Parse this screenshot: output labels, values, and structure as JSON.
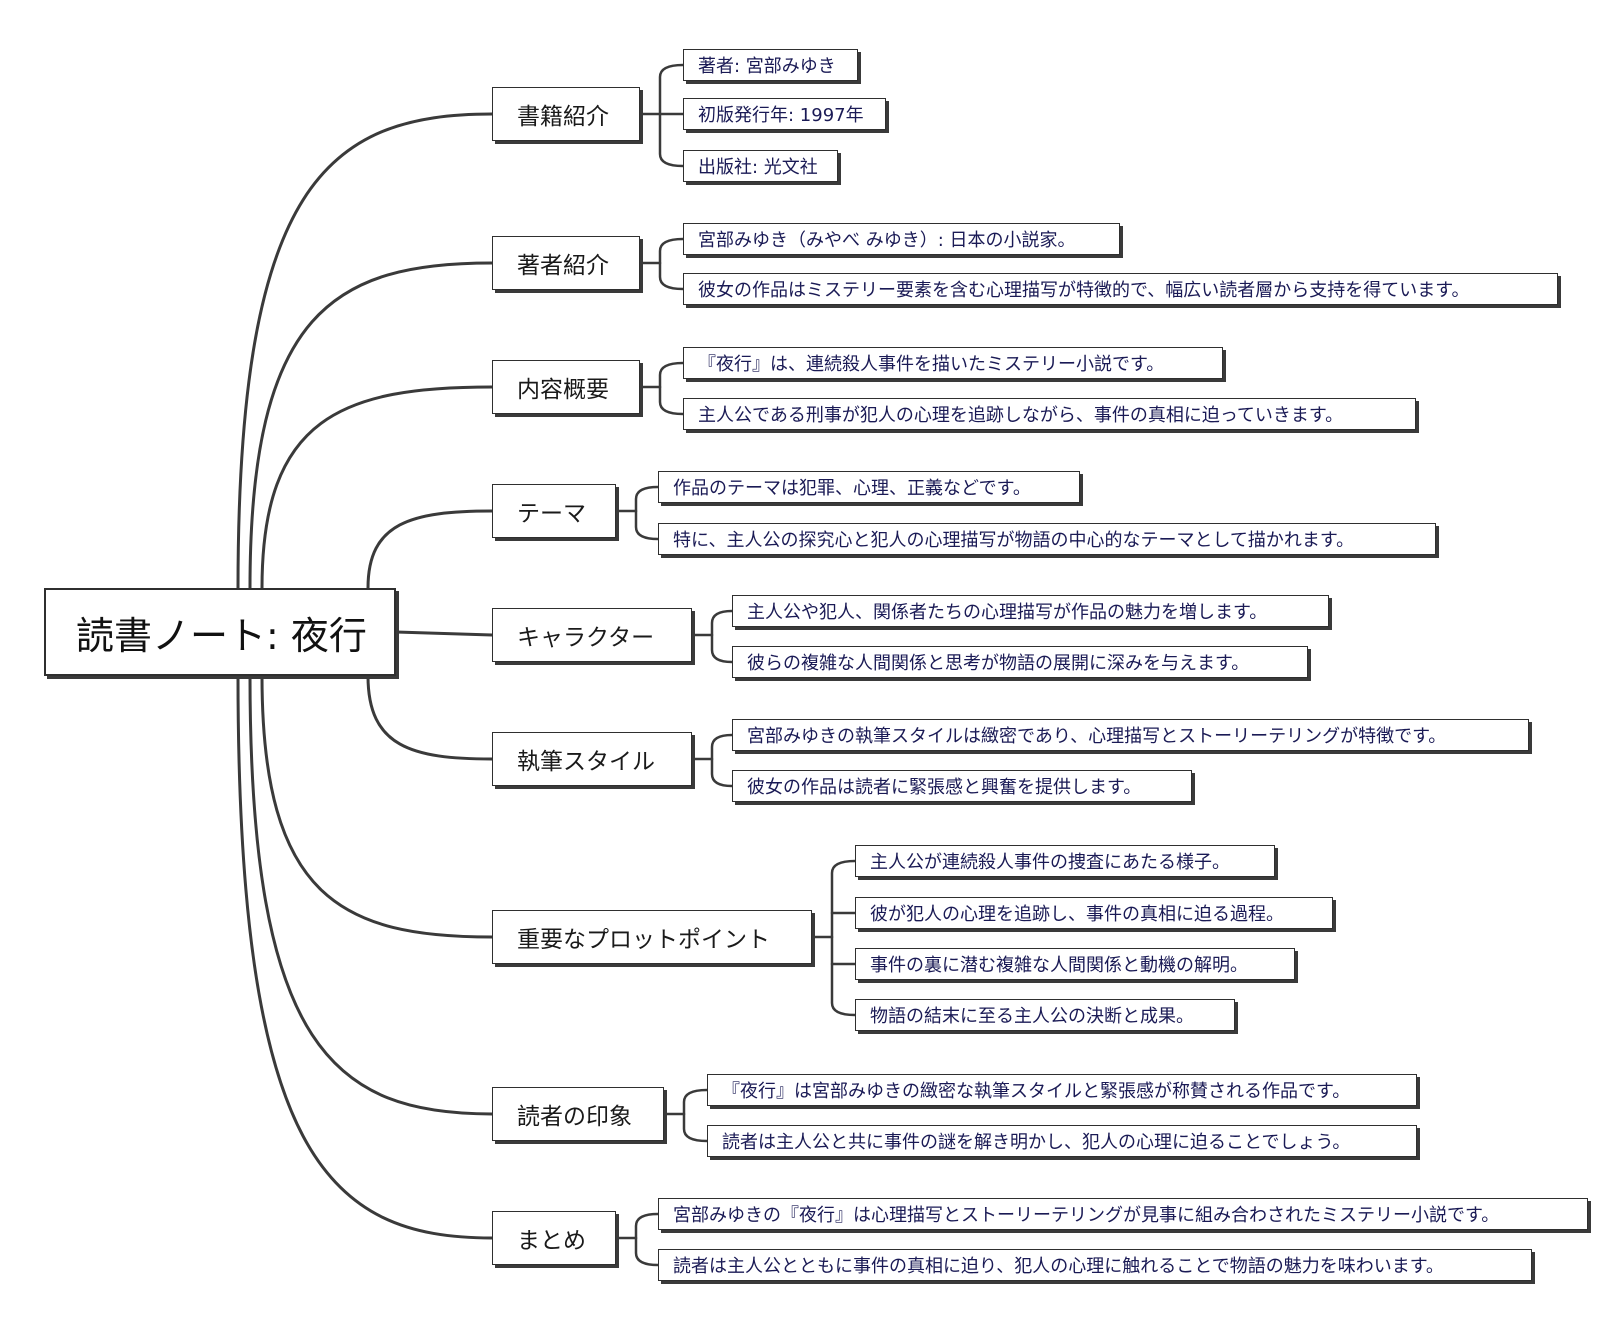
{
  "colors": {
    "stroke": "#3a3a3a",
    "root_text": "#111111",
    "branch_text": "#1a1a1a",
    "leaf_text": "#1a1a55"
  },
  "root": {
    "label": "読書ノート: 夜行"
  },
  "branches": [
    {
      "label": "書籍紹介",
      "leaves": [
        "著者: 宮部みゆき",
        "初版発行年: 1997年",
        "出版社: 光文社"
      ]
    },
    {
      "label": "著者紹介",
      "leaves": [
        "宮部みゆき（みやべ みゆき）: 日本の小説家。",
        "彼女の作品はミステリー要素を含む心理描写が特徴的で、幅広い読者層から支持を得ています。"
      ]
    },
    {
      "label": "内容概要",
      "leaves": [
        "『夜行』は、連続殺人事件を描いたミステリー小説です。",
        "主人公である刑事が犯人の心理を追跡しながら、事件の真相に迫っていきます。"
      ]
    },
    {
      "label": "テーマ",
      "leaves": [
        "作品のテーマは犯罪、心理、正義などです。",
        "特に、主人公の探究心と犯人の心理描写が物語の中心的なテーマとして描かれます。"
      ]
    },
    {
      "label": "キャラクター",
      "leaves": [
        "主人公や犯人、関係者たちの心理描写が作品の魅力を増します。",
        "彼らの複雑な人間関係と思考が物語の展開に深みを与えます。"
      ]
    },
    {
      "label": "執筆スタイル",
      "leaves": [
        "宮部みゆきの執筆スタイルは緻密であり、心理描写とストーリーテリングが特徴です。",
        "彼女の作品は読者に緊張感と興奮を提供します。"
      ]
    },
    {
      "label": "重要なプロットポイント",
      "leaves": [
        "主人公が連続殺人事件の捜査にあたる様子。",
        "彼が犯人の心理を追跡し、事件の真相に迫る過程。",
        "事件の裏に潜む複雑な人間関係と動機の解明。",
        "物語の結末に至る主人公の決断と成果。"
      ]
    },
    {
      "label": "読者の印象",
      "leaves": [
        "『夜行』は宮部みゆきの緻密な執筆スタイルと緊張感が称賛される作品です。",
        "読者は主人公と共に事件の謎を解き明かし、犯人の心理に迫ることでしょう。"
      ]
    },
    {
      "label": "まとめ",
      "leaves": [
        "宮部みゆきの『夜行』は心理描写とストーリーテリングが見事に組み合わされたミステリー小説です。",
        "読者は主人公とともに事件の真相に迫り、犯人の心理に触れることで物語の魅力を味わいます。"
      ]
    }
  ]
}
